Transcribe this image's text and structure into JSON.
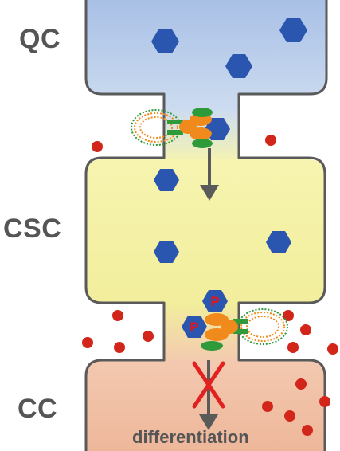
{
  "cells": {
    "qc": {
      "label": "QC",
      "fill": "#b8cbe8"
    },
    "csc": {
      "label": "CSC",
      "fill": "#f4f0a2"
    },
    "cc": {
      "label": "CC",
      "fill": "#f2c1a6"
    }
  },
  "arrow_label": "differentiation",
  "colors": {
    "outline": "#5a5a5a",
    "hexagon": "#2b56b0",
    "dot": "#d2261b",
    "arrow": "#5a5a5a",
    "cross": "#e32020",
    "orange": "#f08a1c",
    "green": "#2e9a3a",
    "phospho_text": "#ee1111"
  },
  "phospho_label": "P",
  "icons": [
    "hexagon-molecule",
    "red-dot",
    "receptor-complex",
    "blocked-arrow"
  ]
}
